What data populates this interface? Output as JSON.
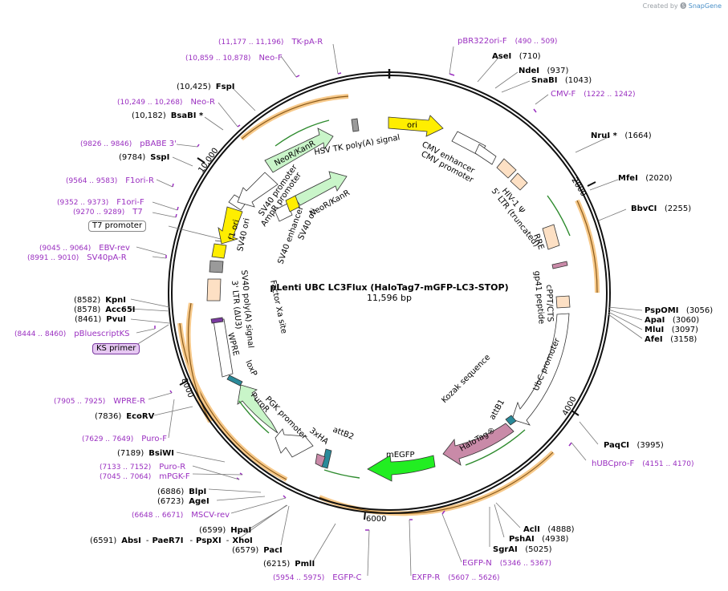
{
  "credit": {
    "prefix": "Created by",
    "brand": "SnapGene"
  },
  "plasmid": {
    "name": "pLenti UBC LC3Flux (HaloTag7-mGFP-LC3-STOP)",
    "size": "11,596 bp"
  },
  "colors": {
    "backbone": "#111111",
    "arrow_stroke": "#333333",
    "primer": "#9a2fc0",
    "yellow_feature": "#ffee00",
    "green_feature": "#c9f5c9",
    "bright_green": "#22ee22",
    "pink_feature": "#c98aa8",
    "peach_feature": "#fde0c4",
    "orange_track": "#f7c98a",
    "orange_track_line": "#8a5a1a",
    "grey_feature": "#9a9a9a"
  },
  "ticks": [
    {
      "label": "2000"
    },
    {
      "label": "4000"
    },
    {
      "label": "6000"
    },
    {
      "label": "8000"
    },
    {
      "label": "10,000"
    }
  ],
  "sites": [
    {
      "name": "AseI",
      "pos": "(710)"
    },
    {
      "name": "NdeI",
      "pos": "(937)"
    },
    {
      "name": "SnaBI",
      "pos": "(1043)"
    },
    {
      "name": "NruI *",
      "pos": "(1664)"
    },
    {
      "name": "MfeI",
      "pos": "(2020)"
    },
    {
      "name": "BbvCI",
      "pos": "(2255)"
    },
    {
      "name": "PspOMI",
      "pos": "(3056)"
    },
    {
      "name": "ApaI",
      "pos": "(3060)"
    },
    {
      "name": "MluI",
      "pos": "(3097)"
    },
    {
      "name": "AfeI",
      "pos": "(3158)"
    },
    {
      "name": "PaqCI",
      "pos": "(3995)"
    },
    {
      "name": "AclI",
      "pos": "(4888)"
    },
    {
      "name": "PshAI",
      "pos": "(4938)"
    },
    {
      "name": "SgrAI",
      "pos": "(5025)"
    },
    {
      "name": "PmlI",
      "pos": "(6215)"
    },
    {
      "name": "PacI",
      "pos": "(6579)"
    },
    {
      "name": "HpaI",
      "pos": "(6599)"
    },
    {
      "name": "XhoI",
      "pos": ""
    },
    {
      "name": "PspXI",
      "pos": ""
    },
    {
      "name": "PaeR7I",
      "pos": ""
    },
    {
      "name": "AbsI",
      "pos": "(6591)"
    },
    {
      "name": "AgeI",
      "pos": "(6723)"
    },
    {
      "name": "BlpI",
      "pos": "(6886)"
    },
    {
      "name": "BsiWI",
      "pos": "(7189)"
    },
    {
      "name": "EcoRV",
      "pos": "(7836)"
    },
    {
      "name": "PvuI",
      "pos": "(8461)"
    },
    {
      "name": "Acc65I",
      "pos": "(8578)"
    },
    {
      "name": "KpnI",
      "pos": "(8582)"
    },
    {
      "name": "SspI",
      "pos": "(9784)"
    },
    {
      "name": "BsaBI *",
      "pos": "(10,182)"
    },
    {
      "name": "FspI",
      "pos": "(10,425)"
    }
  ],
  "primers": [
    {
      "name": "pBR322ori-F",
      "range": "(490 .. 509)"
    },
    {
      "name": "CMV-F",
      "range": "(1222 .. 1242)"
    },
    {
      "name": "hUBCpro-F",
      "range": "(4151 .. 4170)"
    },
    {
      "name": "EGFP-N",
      "range": "(5346 .. 5367)"
    },
    {
      "name": "EXFP-R",
      "range": "(5607 .. 5626)"
    },
    {
      "name": "EGFP-C",
      "range": "(5954 .. 5975)"
    },
    {
      "name": "MSCV-rev",
      "range": "(6648 .. 6671)"
    },
    {
      "name": "mPGK-F",
      "range": "(7045 .. 7064)"
    },
    {
      "name": "Puro-R",
      "range": "(7133 .. 7152)"
    },
    {
      "name": "Puro-F",
      "range": "(7629 .. 7649)"
    },
    {
      "name": "WPRE-R",
      "range": "(7905 .. 7925)"
    },
    {
      "name": "pBluescriptKS",
      "range": "(8444 .. 8460)"
    },
    {
      "name": "SV40pA-R",
      "range": "(8991 .. 9010)"
    },
    {
      "name": "EBV-rev",
      "range": "(9045 .. 9064)"
    },
    {
      "name": "T7",
      "range": "(9270 .. 9289)"
    },
    {
      "name": "F1ori-F",
      "range": "(9352 .. 9373)"
    },
    {
      "name": "F1ori-R",
      "range": "(9564 .. 9583)"
    },
    {
      "name": "pBABE 3'",
      "range": "(9826 .. 9846)"
    },
    {
      "name": "Neo-R",
      "range": "(10,249 .. 10,268)"
    },
    {
      "name": "Neo-F",
      "range": "(10,859 .. 10,878)"
    },
    {
      "name": "TK-pA-R",
      "range": "(11,177 .. 11,196)"
    }
  ],
  "boxed_labels": {
    "t7_promoter": "T7 promoter",
    "ks_primer": "KS primer"
  },
  "features": {
    "ori": "ori",
    "cmv_enhancer": "CMV enhancer",
    "cmv_promoter": "CMV promoter",
    "hiv_psi": "HIV-1 Ψ",
    "ltr5": "5' LTR (truncated)",
    "rre": "RRE",
    "gp41": "gp41 peptide",
    "cppt": "cPPT/CTS",
    "ubc_promoter": "UbC promoter",
    "kozak": "Kozak sequence",
    "attb1": "attB1",
    "halotag": "HaloTag®",
    "megfp": "mEGFP",
    "attb2": "attB2",
    "ha3": "3xHA",
    "pgk": "PGK promoter",
    "puror": "PuroR",
    "loxp": "loxP",
    "wpre": "WPRE",
    "ltr3": "3' LTR (ΔU3)",
    "sv40polya": "SV40 poly(A) signal",
    "factorxa": "Factor Xa site",
    "sv40ori_a": "SV40 ori",
    "f1ori": "f1 ori",
    "sv40_enhancer": "SV40 enhancer",
    "sv40ori_b": "SV40 ori",
    "neokanr_a": "NeoR/KanR",
    "neokanr_b": "NeoR/KanR",
    "sv40_promoter": "SV40 promoter",
    "ampr_promoter": "AmpR promoter",
    "hsv_tk": "HSV TK poly(A) signal"
  }
}
